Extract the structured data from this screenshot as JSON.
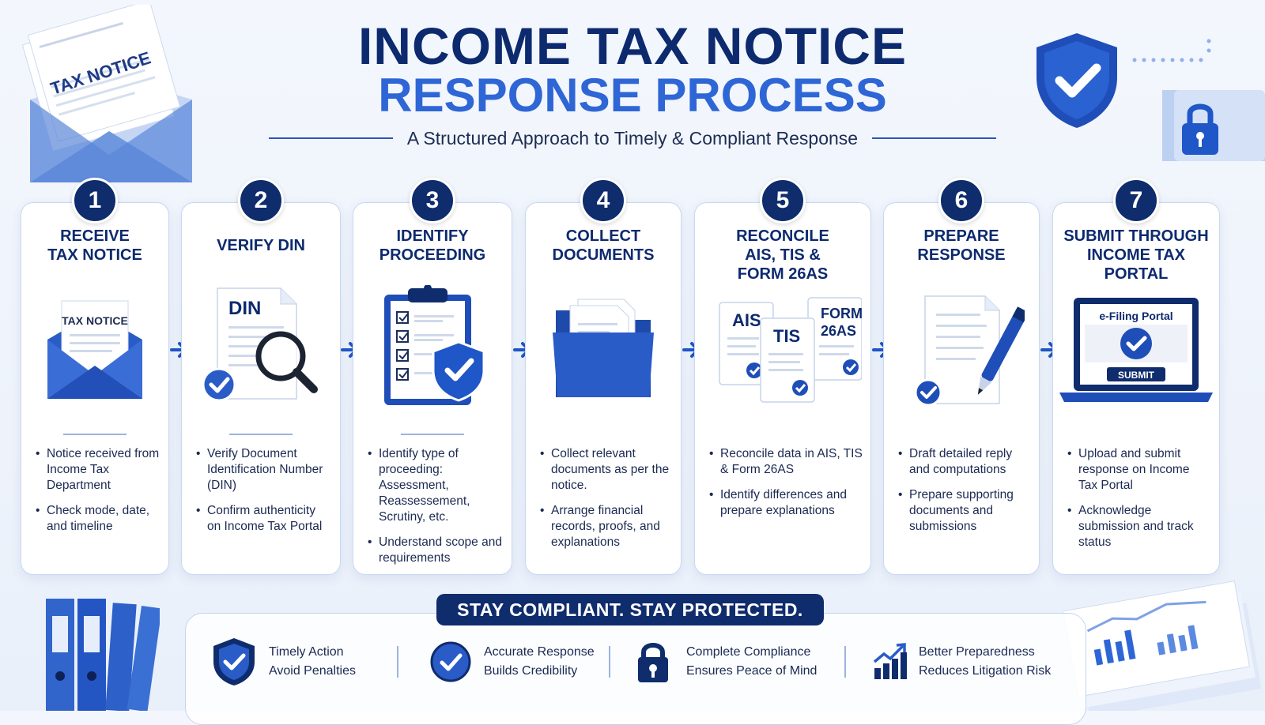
{
  "header": {
    "title_line1": "INCOME TAX NOTICE",
    "title_line2": "RESPONSE PROCESS",
    "subtitle": "A Structured Approach to Timely & Compliant Response"
  },
  "decor": {
    "tax_notice_label": "TAX NOTICE"
  },
  "steps": [
    {
      "number": "1",
      "title": "RECEIVE\nTAX NOTICE",
      "icon": "envelope-icon",
      "illus_label": "TAX NOTICE",
      "bullets": [
        "Notice received from Income Tax Department",
        "Check mode, date, and timeline"
      ]
    },
    {
      "number": "2",
      "title": "VERIFY DIN",
      "icon": "magnifier-document-icon",
      "illus_label": "DIN",
      "bullets": [
        "Verify Document Identification Number (DIN)",
        "Confirm authenticity on Income Tax Portal"
      ]
    },
    {
      "number": "3",
      "title": "IDENTIFY\nPROCEEDING",
      "icon": "clipboard-shield-icon",
      "bullets": [
        "Identify type of proceeding: Assessment, Reassessement, Scrutiny, etc.",
        "Understand scope and requirements"
      ]
    },
    {
      "number": "4",
      "title": "COLLECT\nDOCUMENTS",
      "icon": "folder-icon",
      "bullets": [
        "Collect relevant documents as per the notice.",
        "Arrange financial records, proofs, and explanations"
      ]
    },
    {
      "number": "5",
      "title": "RECONCILE\nAIS, TIS &\nFORM 26AS",
      "icon": "documents-icon",
      "doc_labels": [
        "AIS",
        "TIS",
        "FORM\n26AS"
      ],
      "bullets": [
        "Reconcile data in AIS, TIS & Form 26AS",
        "Identify differences and prepare explanations"
      ]
    },
    {
      "number": "6",
      "title": "PREPARE\nRESPONSE",
      "icon": "document-pen-icon",
      "bullets": [
        "Draft detailed reply and computations",
        "Prepare supporting documents and submissions"
      ]
    },
    {
      "number": "7",
      "title": "SUBMIT THROUGH\nINCOME TAX PORTAL",
      "icon": "laptop-icon",
      "portal_label": "e-Filing Portal",
      "submit_label": "SUBMIT",
      "bullets": [
        "Upload and submit response on Income Tax Portal",
        "Acknowledge submission and track status"
      ]
    }
  ],
  "banner": "STAY COMPLIANT. STAY PROTECTED.",
  "benefits": [
    {
      "icon": "shield-check-icon",
      "line1": "Timely Action",
      "line2": "Avoid Penalties"
    },
    {
      "icon": "check-badge-icon",
      "line1": "Accurate Response",
      "line2": "Builds Credibility"
    },
    {
      "icon": "lock-icon",
      "line1": "Complete Compliance",
      "line2": "Ensures Peace of Mind"
    },
    {
      "icon": "growth-chart-icon",
      "line1": "Better Preparedness",
      "line2": "Reduces Litigation Risk"
    }
  ],
  "colors": {
    "navy": "#0f2c6d",
    "blue": "#2f66d6",
    "accent": "#1f56c8"
  }
}
